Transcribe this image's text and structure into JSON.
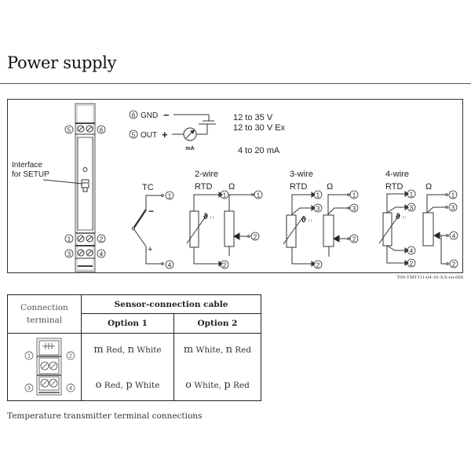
{
  "section": {
    "title": "Power supply"
  },
  "figure": {
    "figure_id": "T09-TMT111-04-10-XX-en-000",
    "module": {
      "interface_label_line1": "Interface",
      "interface_label_line2": "for SETUP",
      "terminal_labels_top": [
        "5",
        "6"
      ],
      "terminal_labels_bottom": [
        "1",
        "2",
        "3",
        "4"
      ]
    },
    "power": {
      "gnd_label": "GND",
      "gnd_terminal": "6",
      "gnd_sign": "−",
      "out_label": "OUT",
      "out_terminal": "5",
      "out_sign": "+",
      "meter_label": "mA",
      "voltage_1": "12 to 35 V",
      "voltage_2": "12 to 30 V Ex",
      "current_range": "4 to 20 mA"
    },
    "sensors": {
      "tc_label": "TC",
      "tc_minus": "−",
      "tc_plus": "+",
      "tc_terminals": [
        "1",
        "4"
      ],
      "two_wire_label": "2-wire",
      "three_wire_label": "3-wire",
      "four_wire_label": "4-wire",
      "rtd_label": "RTD",
      "ohm_label": "Ω",
      "theta_label": "ϑ",
      "two_wire_rtd_terminals": [
        "1",
        "2"
      ],
      "two_wire_ohm_terminals": [
        "1",
        "2"
      ],
      "three_wire_rtd_terminals": [
        "1",
        "3",
        "2"
      ],
      "three_wire_ohm_terminals": [
        "1",
        "3",
        "2"
      ],
      "four_wire_rtd_terminals": [
        "1",
        "3",
        "4",
        "2"
      ],
      "four_wire_ohm_terminals": [
        "1",
        "3",
        "4",
        "2"
      ]
    }
  },
  "table": {
    "header_connection_terminal_line1": "Connection",
    "header_connection_terminal_line2": "terminal",
    "header_sensor_cable": "Sensor-connection cable",
    "header_option1": "Option 1",
    "header_option2": "Option 2",
    "terminal_labels": [
      "1",
      "2",
      "3",
      "4"
    ],
    "rows": [
      {
        "option1": {
          "k1": "m",
          "t1": " Red, ",
          "k2": "n",
          "t2": " White"
        },
        "option2": {
          "k1": "m",
          "t1": " White, ",
          "k2": "n",
          "t2": " Red"
        }
      },
      {
        "option1": {
          "k1": "o",
          "t1": " Red, ",
          "k2": "p",
          "t2": " White"
        },
        "option2": {
          "k1": "o",
          "t1": " White, ",
          "k2": "p",
          "t2": " Red"
        }
      }
    ]
  },
  "caption": "Temperature transmitter terminal connections"
}
